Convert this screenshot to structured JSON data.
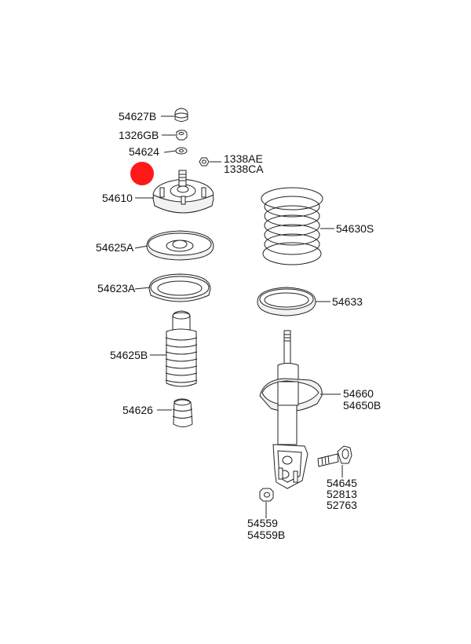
{
  "diagram": {
    "marker_color": "#ff0000",
    "labels": {
      "p54627B": "54627B",
      "p1326GB": "1326GB",
      "p54624": "54624",
      "p1338AE": "1338AE",
      "p1338CA": "1338CA",
      "p54610": "54610",
      "p54625A": "54625A",
      "p54623A": "54623A",
      "p54625B": "54625B",
      "p54626": "54626",
      "p54630S": "54630S",
      "p54633": "54633",
      "p54660": "54660",
      "p54650B": "54650B",
      "p54645": "54645",
      "p52813": "52813",
      "p52763": "52763",
      "p54559": "54559",
      "p54559B": "54559B"
    }
  }
}
